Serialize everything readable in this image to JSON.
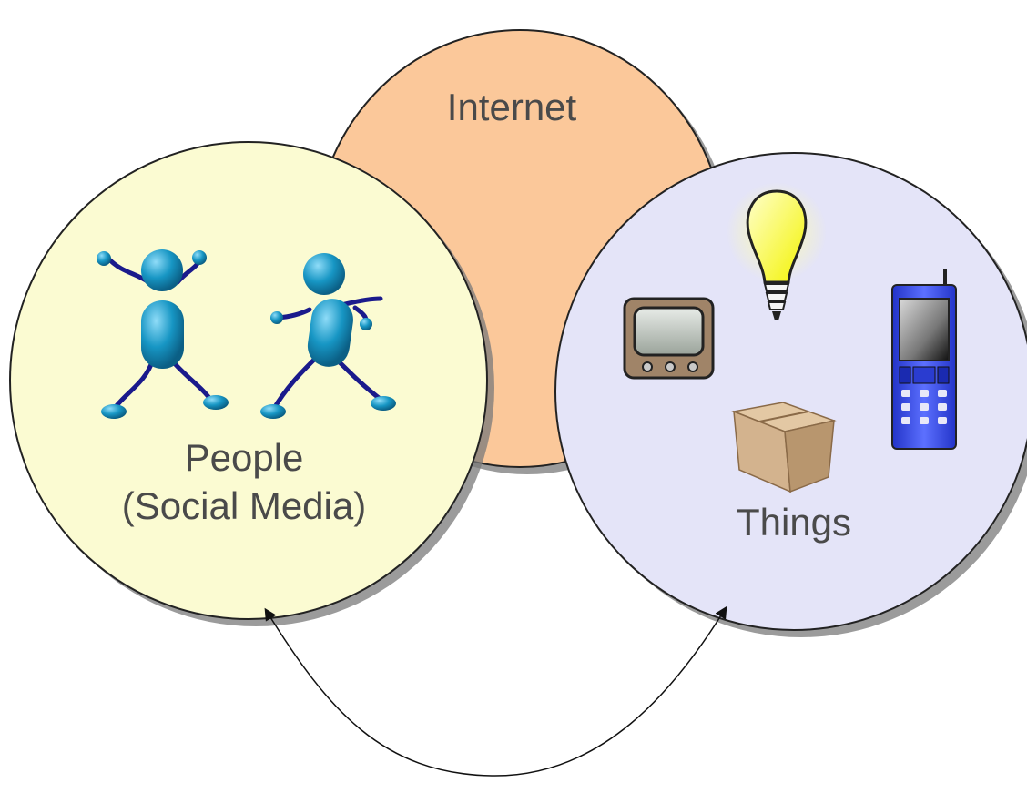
{
  "diagram": {
    "circles": {
      "internet": {
        "label": "Internet",
        "fill": "#fbc89a"
      },
      "people": {
        "label_line1": "People",
        "label_line2": "(Social Media)",
        "fill": "#fbfbd2"
      },
      "things": {
        "label": "Things",
        "fill": "#e4e4f8"
      }
    },
    "icons": {
      "people": [
        "person-arms-up-icon",
        "person-dancing-icon"
      ],
      "things": [
        "television-icon",
        "light-bulb-icon",
        "mobile-phone-icon",
        "cardboard-box-icon"
      ]
    },
    "connector": {
      "type": "curved-double-arrow",
      "from": "people",
      "to": "things"
    },
    "colors": {
      "person": "#1796c4",
      "person_limb": "#1a1a8c",
      "bulb": "#ffff66",
      "phone": "#3a4fe0",
      "box": "#d3b38e",
      "outline": "#222222"
    }
  }
}
